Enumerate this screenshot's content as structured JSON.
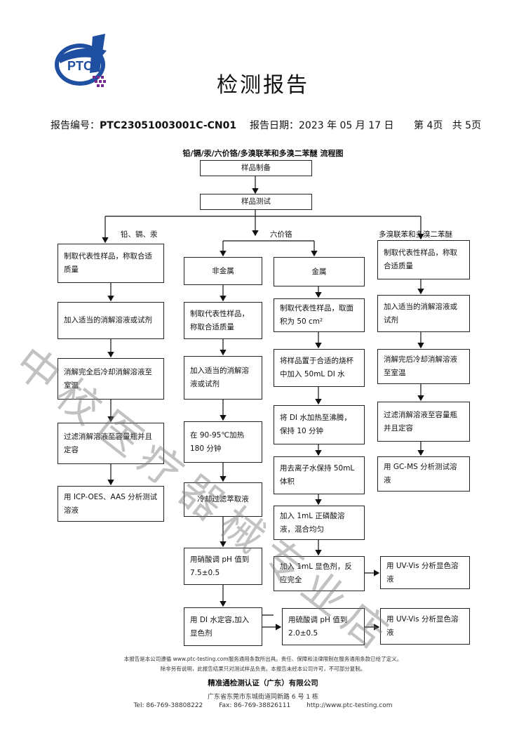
{
  "header": {
    "title": "检测报告",
    "report_no_label": "报告编号：",
    "report_no": "PTC23051003001C-CN01",
    "report_date_label": "报告日期：",
    "report_date": "2023 年 05 月 17 日",
    "page_current": "第 4页",
    "page_total": "共 5页",
    "logo_text": "PTC"
  },
  "flow": {
    "title": "铅/镉/汞/六价铬/多溴联苯和多溴二苯醚 流程图",
    "prep": "样品制备",
    "test": "样品测试",
    "branch_labels": {
      "metals": "铅、镉、汞",
      "cr6": "六价铬",
      "pbb": "多溴联苯和多溴二苯醚"
    },
    "col1": [
      "制取代表性样品，称取合适质量",
      "加入适当的消解溶液或试剂",
      "消解完全后冷却消解溶液至室温",
      "过滤消解溶液至容量瓶并且定容",
      "用 ICP-OES、AAS 分析测试溶液"
    ],
    "nonmetal_title": "非金属",
    "col2": [
      "制取代表性样品，称取合适质量",
      "加入适当的消解溶液或试剂",
      "在 90-95℃加热 180 分钟",
      "冷却过滤萃取液",
      "用硝酸调 pH 值到 7.5±0.5",
      "用 DI 水定容,加入显色剂"
    ],
    "metal_title": "金属",
    "col3": [
      "制取代表性样品，取面积为 50 cm²",
      "将样品置于合适的烧杯中加入 50mL DI 水",
      "将 DI 水加热至沸腾，保持 10 分钟",
      "用去离子水保持 50mL 体积",
      "加入 1mL 正磷酸溶液，混合均匀",
      "加入 1mL 显色剂，反应完全",
      "用硫酸调 pH 值到 2.0±0.5"
    ],
    "col4": [
      "制取代表性样品，称取合适质量",
      "加入适当的消解溶液或试剂",
      "消解完后冷却消解溶液至室温",
      "过滤消解溶液至容量瓶并且定容",
      "用 GC-MS 分析测试溶液"
    ],
    "uv1": "用 UV-Vis 分析显色溶液",
    "uv2": "用 UV-Vis 分析显色溶液"
  },
  "footer": {
    "line1": "本报告是本公司遵循 www.ptc-testing.com服务通用条款所出具。责任、保障和法律限制在服务通用条款已给了定义。",
    "line2": "除非另有说明，此报告结果只对测试样品负责。本报告未经本公司许可，不可部分复制。",
    "company": "精准通检测认证（广东）有限公司",
    "address": "广东省东莞市东城街道同新路 6 号 1 栋",
    "tel": "Tel: 86-769-38808222",
    "fax": "Fax: 86-769-38826111",
    "web": "http://www.ptc-testing.com"
  },
  "watermark": "中校医疗器械专业店"
}
